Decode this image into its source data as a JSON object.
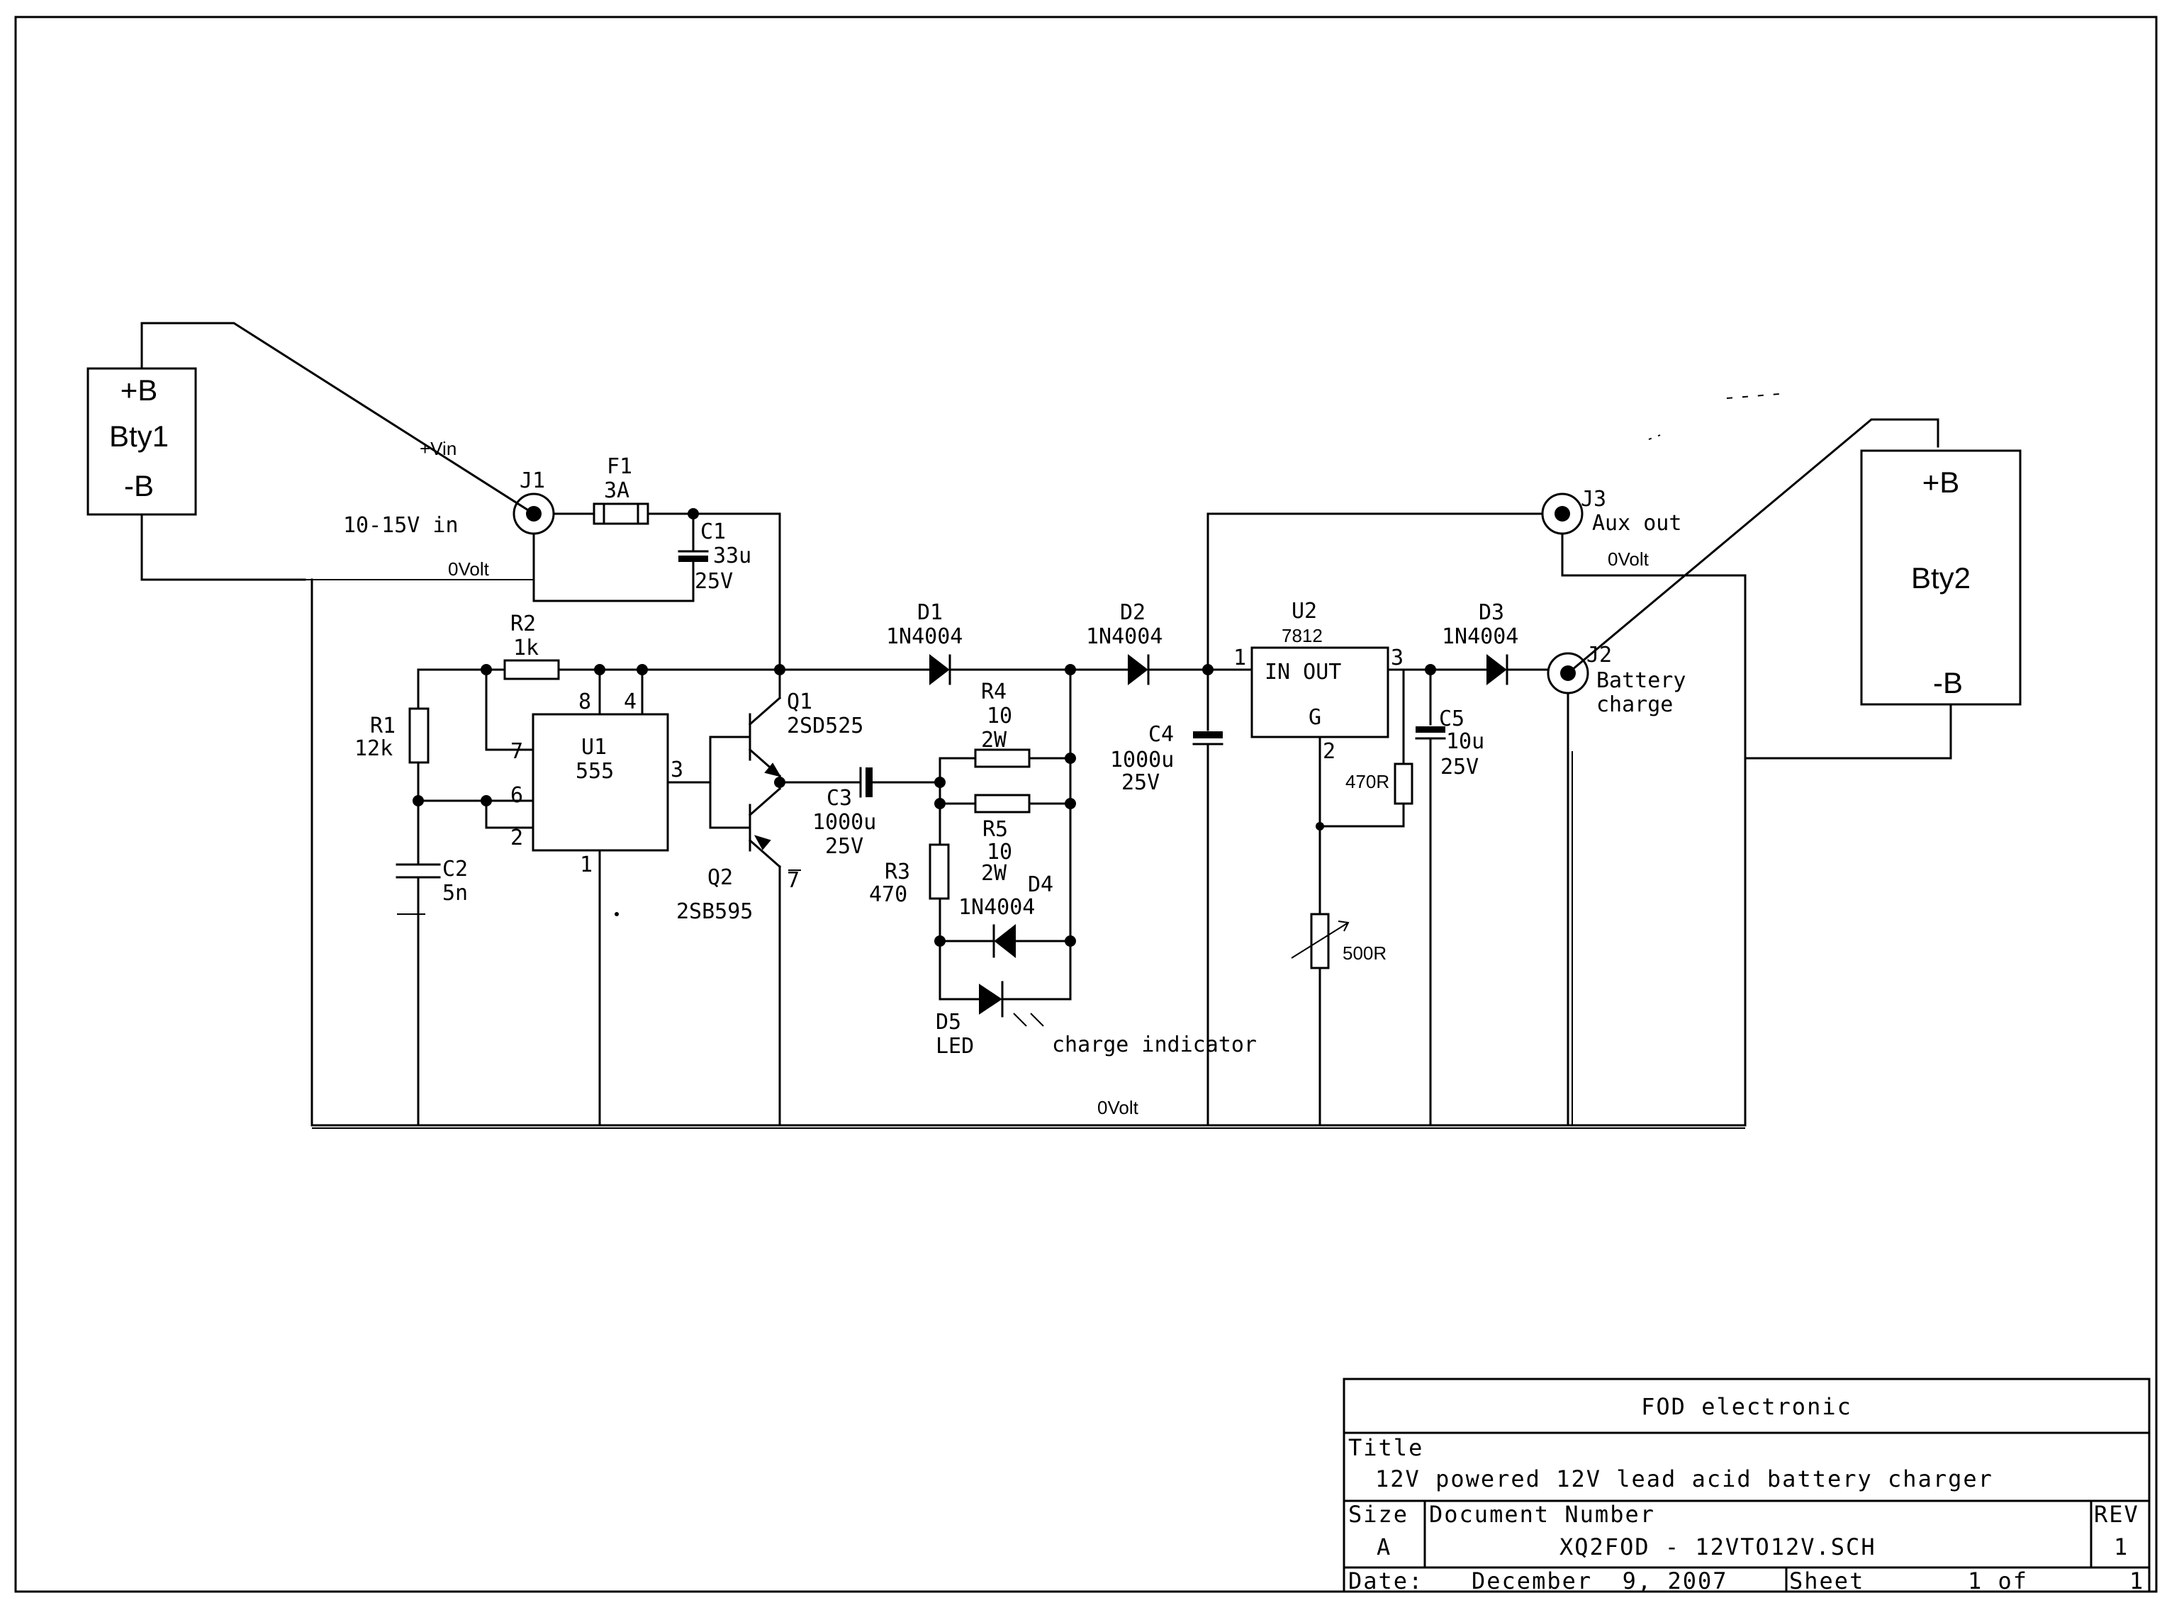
{
  "batteries": {
    "bty1": {
      "pos": "+B",
      "name": "Bty1",
      "neg": "-B"
    },
    "bty2": {
      "pos": "+B",
      "name": "Bty2",
      "neg": "-B"
    }
  },
  "net_labels": {
    "vin": "+Vin",
    "zero_volt_1": "0Volt",
    "zero_volt_2": "0Volt",
    "zero_volt_3": "0Volt"
  },
  "connectors": {
    "j1": {
      "ref": "J1",
      "label": "10-15V in"
    },
    "j2": {
      "ref": "J2",
      "label_1": "Battery",
      "label_2": "charge"
    },
    "j3": {
      "ref": "J3",
      "label": "Aux out"
    }
  },
  "components": {
    "f1": {
      "ref": "F1",
      "value": "3A"
    },
    "c1": {
      "ref": "C1",
      "value": "33u",
      "voltage": "25V"
    },
    "c2": {
      "ref": "C2",
      "value": "5n"
    },
    "c3": {
      "ref": "C3",
      "value": "1000u",
      "voltage": "25V"
    },
    "c4": {
      "ref": "C4",
      "value": "1000u",
      "voltage": "25V"
    },
    "c5": {
      "ref": "C5",
      "value": "10u",
      "voltage": "25V"
    },
    "r1": {
      "ref": "R1",
      "value": "12k"
    },
    "r2": {
      "ref": "R2",
      "value": "1k"
    },
    "r3": {
      "ref": "R3",
      "value": "470"
    },
    "r4": {
      "ref": "R4",
      "value": "10",
      "power": "2W"
    },
    "r5": {
      "ref": "R5",
      "value": "10",
      "power": "2W"
    },
    "r6": {
      "value": "470R"
    },
    "vr1": {
      "value": "500R"
    },
    "d1": {
      "ref": "D1",
      "value": "1N4004"
    },
    "d2": {
      "ref": "D2",
      "value": "1N4004"
    },
    "d3": {
      "ref": "D3",
      "value": "1N4004"
    },
    "d4": {
      "ref": "D4",
      "value": "1N4004"
    },
    "d5": {
      "ref": "D5",
      "value": "LED",
      "note": "charge indicator"
    },
    "q1": {
      "ref": "Q1",
      "value": "2SD525"
    },
    "q2": {
      "ref": "Q2",
      "value": "2SB595"
    },
    "u1": {
      "ref": "U1",
      "value": "555",
      "pin8": "8",
      "pin4": "4",
      "pin7": "7",
      "pin6": "6",
      "pin2": "2",
      "pin3": "3",
      "pin1": "1"
    },
    "u2": {
      "ref": "U2",
      "value": "7812",
      "in_out": "IN OUT",
      "g": "G",
      "pin1": "1",
      "pin2": "2",
      "pin3": "3"
    }
  },
  "title_block": {
    "company": "FOD electronic",
    "title_label": "Title",
    "title": "12V powered 12V lead acid battery charger",
    "size_label": "Size",
    "size": "A",
    "docnum_label": "Document Number",
    "docnum": "XQ2FOD - 12VTO12V.SCH",
    "rev_label": "REV",
    "rev": "1",
    "date_label": "Date:",
    "date": "December  9, 2007",
    "sheet_label": "Sheet",
    "sheet": "1 of",
    "sheet_total": "1"
  }
}
